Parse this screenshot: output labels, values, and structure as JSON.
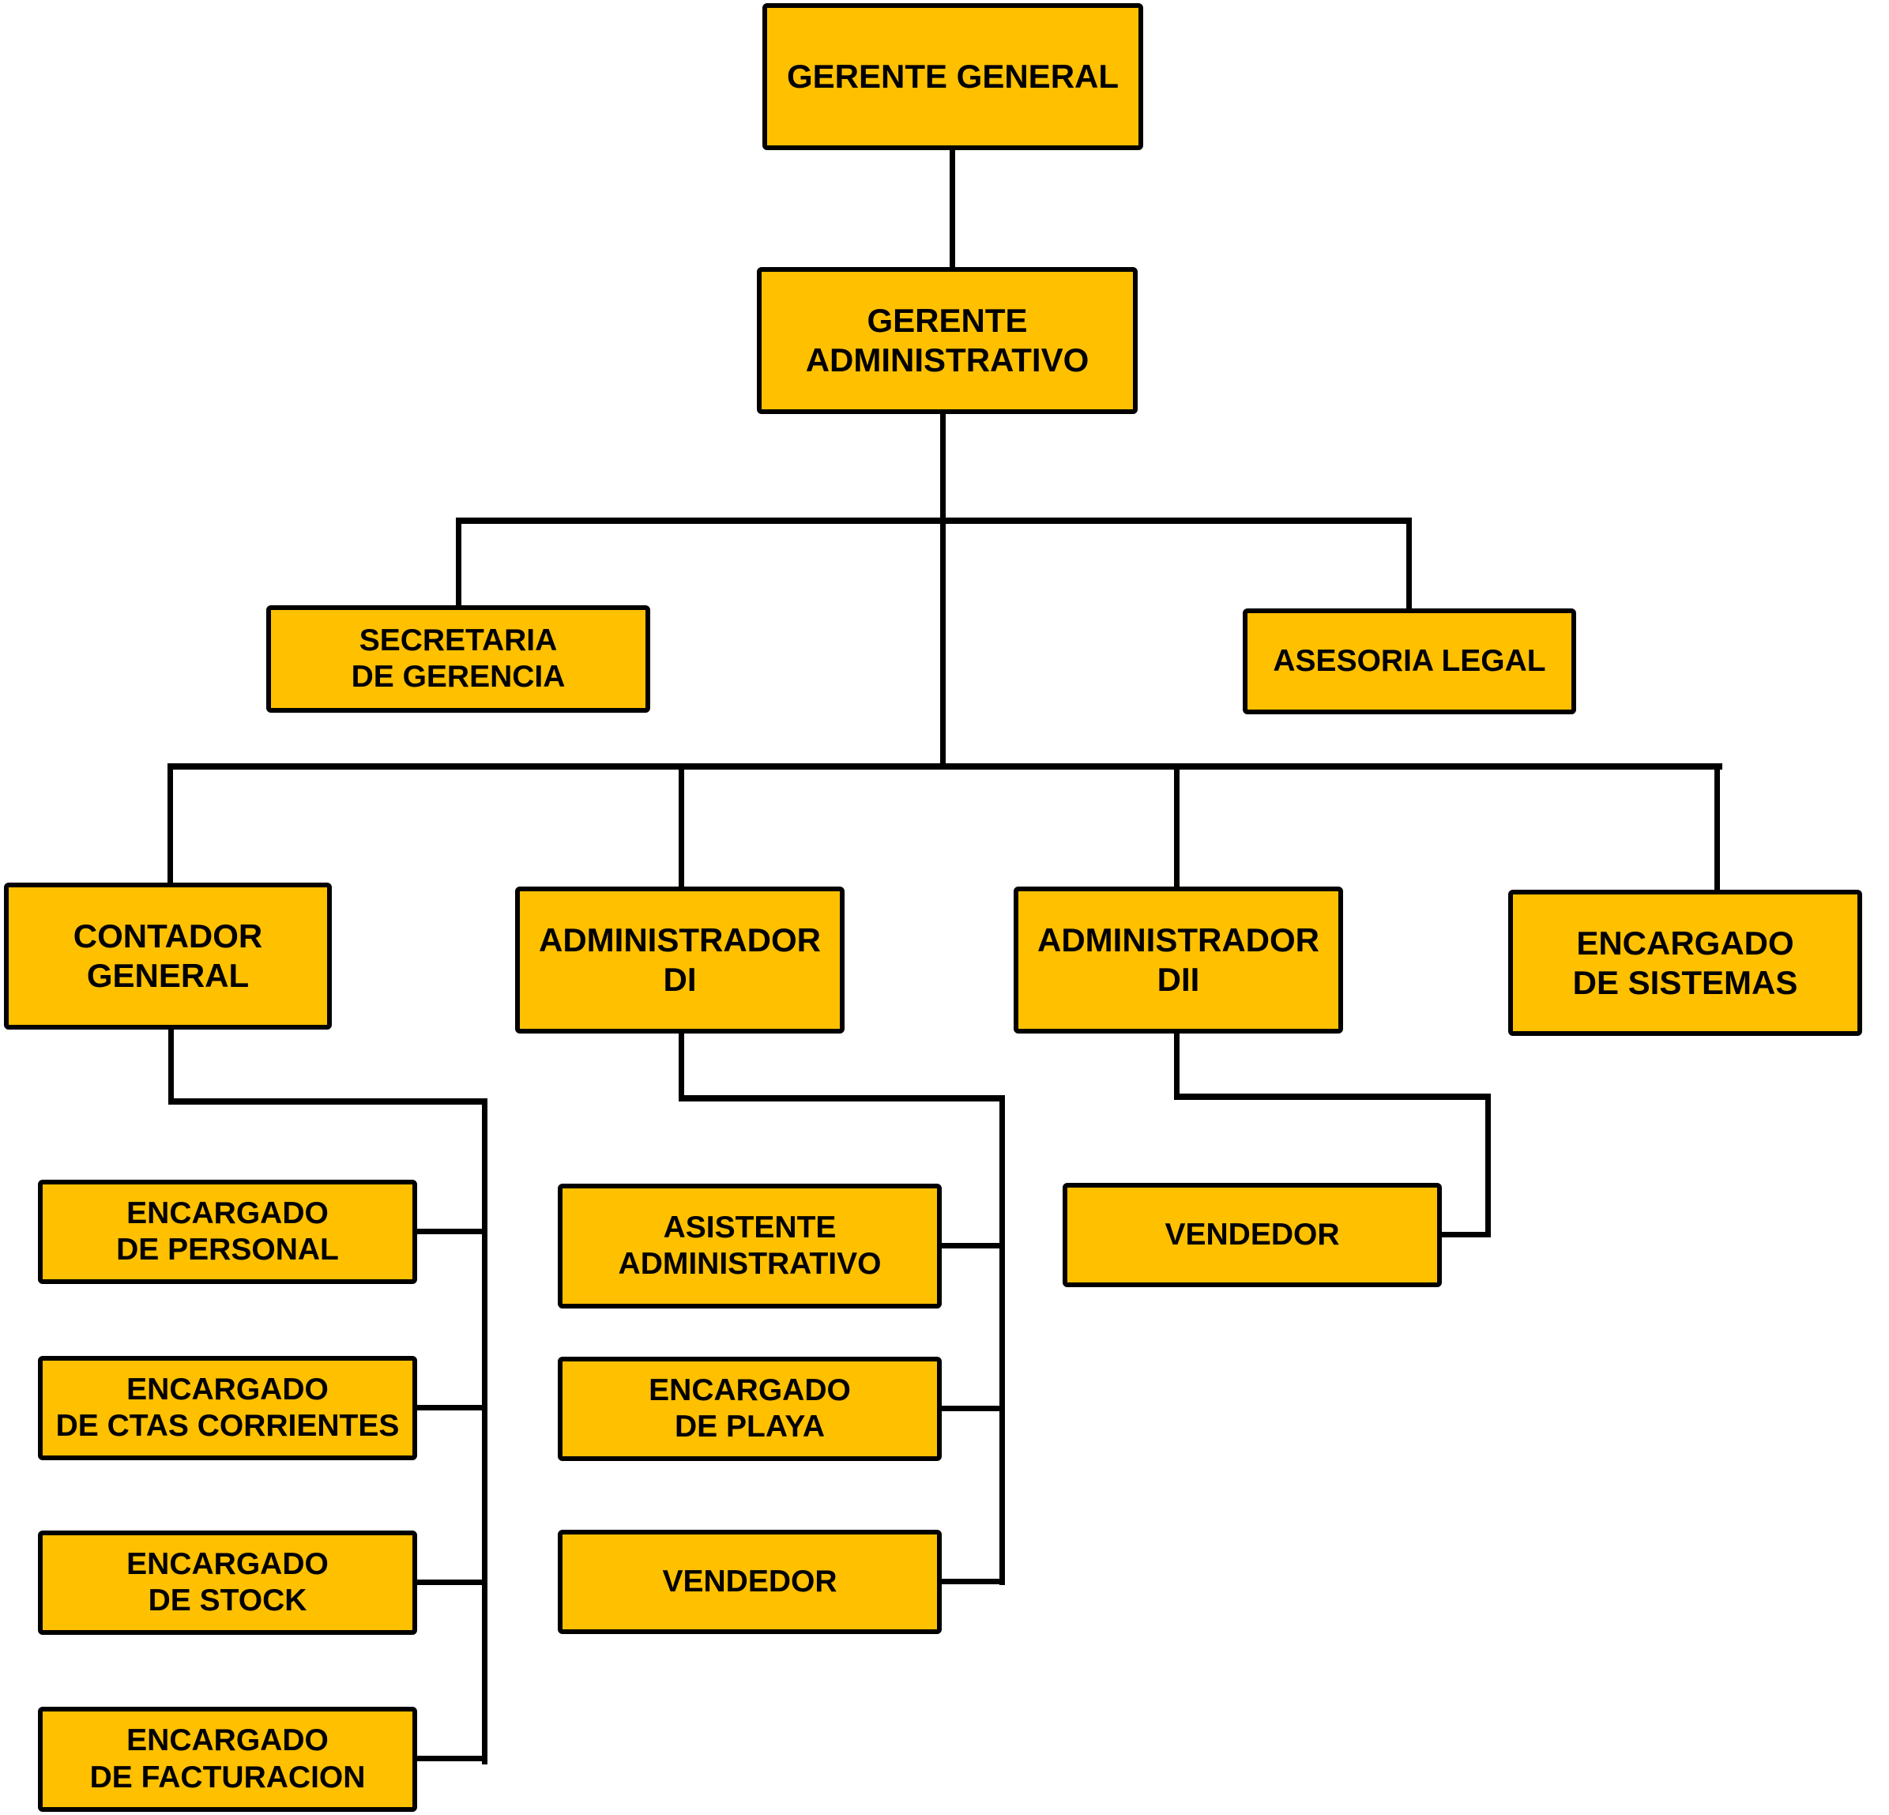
{
  "diagram": {
    "type": "org-chart",
    "colors": {
      "box_fill": "#FFC000",
      "box_border": "#000000",
      "connector": "#000000",
      "background": "#FFFFFF",
      "text": "#000000"
    },
    "nodes": {
      "gerente_general": {
        "label": "GERENTE GENERAL",
        "line1": "GERENTE GENERAL"
      },
      "gerente_administrativo": {
        "label": "GERENTE ADMINISTRATIVO",
        "line1": "GERENTE",
        "line2": "ADMINISTRATIVO"
      },
      "secretaria_de_gerencia": {
        "label": "SECRETARIA DE GERENCIA",
        "line1": "SECRETARIA",
        "line2": "DE GERENCIA"
      },
      "asesoria_legal": {
        "label": "ASESORIA LEGAL",
        "line1": "ASESORIA LEGAL"
      },
      "contador_general": {
        "label": "CONTADOR GENERAL",
        "line1": "CONTADOR",
        "line2": "GENERAL"
      },
      "administrador_di": {
        "label": "ADMINISTRADOR DI",
        "line1": "ADMINISTRADOR",
        "line2": "DI"
      },
      "administrador_dii": {
        "label": "ADMINISTRADOR DII",
        "line1": "ADMINISTRADOR",
        "line2": "DII"
      },
      "encargado_de_sistemas": {
        "label": "ENCARGADO DE SISTEMAS",
        "line1": "ENCARGADO",
        "line2": "DE SISTEMAS"
      },
      "encargado_de_personal": {
        "label": "ENCARGADO DE PERSONAL",
        "line1": "ENCARGADO",
        "line2": "DE PERSONAL"
      },
      "encargado_de_ctas_corrientes": {
        "label": "ENCARGADO DE CTAS CORRIENTES",
        "line1": "ENCARGADO",
        "line2": "DE CTAS CORRIENTES"
      },
      "encargado_de_stock": {
        "label": "ENCARGADO DE STOCK",
        "line1": "ENCARGADO",
        "line2": "DE STOCK"
      },
      "encargado_de_facturacion": {
        "label": "ENCARGADO DE FACTURACION",
        "line1": "ENCARGADO",
        "line2": "DE FACTURACION"
      },
      "asistente_administrativo": {
        "label": "ASISTENTE ADMINISTRATIVO",
        "line1": "ASISTENTE",
        "line2": "ADMINISTRATIVO"
      },
      "encargado_de_playa": {
        "label": "ENCARGADO DE PLAYA",
        "line1": "ENCARGADO",
        "line2": "DE PLAYA"
      },
      "vendedor_di": {
        "label": "VENDEDOR",
        "line1": "VENDEDOR"
      },
      "vendedor_dii": {
        "label": "VENDEDOR",
        "line1": "VENDEDOR"
      }
    },
    "edges": [
      {
        "from": "gerente_general",
        "to": "gerente_administrativo"
      },
      {
        "from": "gerente_administrativo",
        "to": "secretaria_de_gerencia"
      },
      {
        "from": "gerente_administrativo",
        "to": "asesoria_legal"
      },
      {
        "from": "gerente_administrativo",
        "to": "contador_general"
      },
      {
        "from": "gerente_administrativo",
        "to": "administrador_di"
      },
      {
        "from": "gerente_administrativo",
        "to": "administrador_dii"
      },
      {
        "from": "gerente_administrativo",
        "to": "encargado_de_sistemas"
      },
      {
        "from": "contador_general",
        "to": "encargado_de_personal"
      },
      {
        "from": "contador_general",
        "to": "encargado_de_ctas_corrientes"
      },
      {
        "from": "contador_general",
        "to": "encargado_de_stock"
      },
      {
        "from": "contador_general",
        "to": "encargado_de_facturacion"
      },
      {
        "from": "administrador_di",
        "to": "asistente_administrativo"
      },
      {
        "from": "administrador_di",
        "to": "encargado_de_playa"
      },
      {
        "from": "administrador_di",
        "to": "vendedor_di"
      },
      {
        "from": "administrador_dii",
        "to": "vendedor_dii"
      }
    ]
  }
}
